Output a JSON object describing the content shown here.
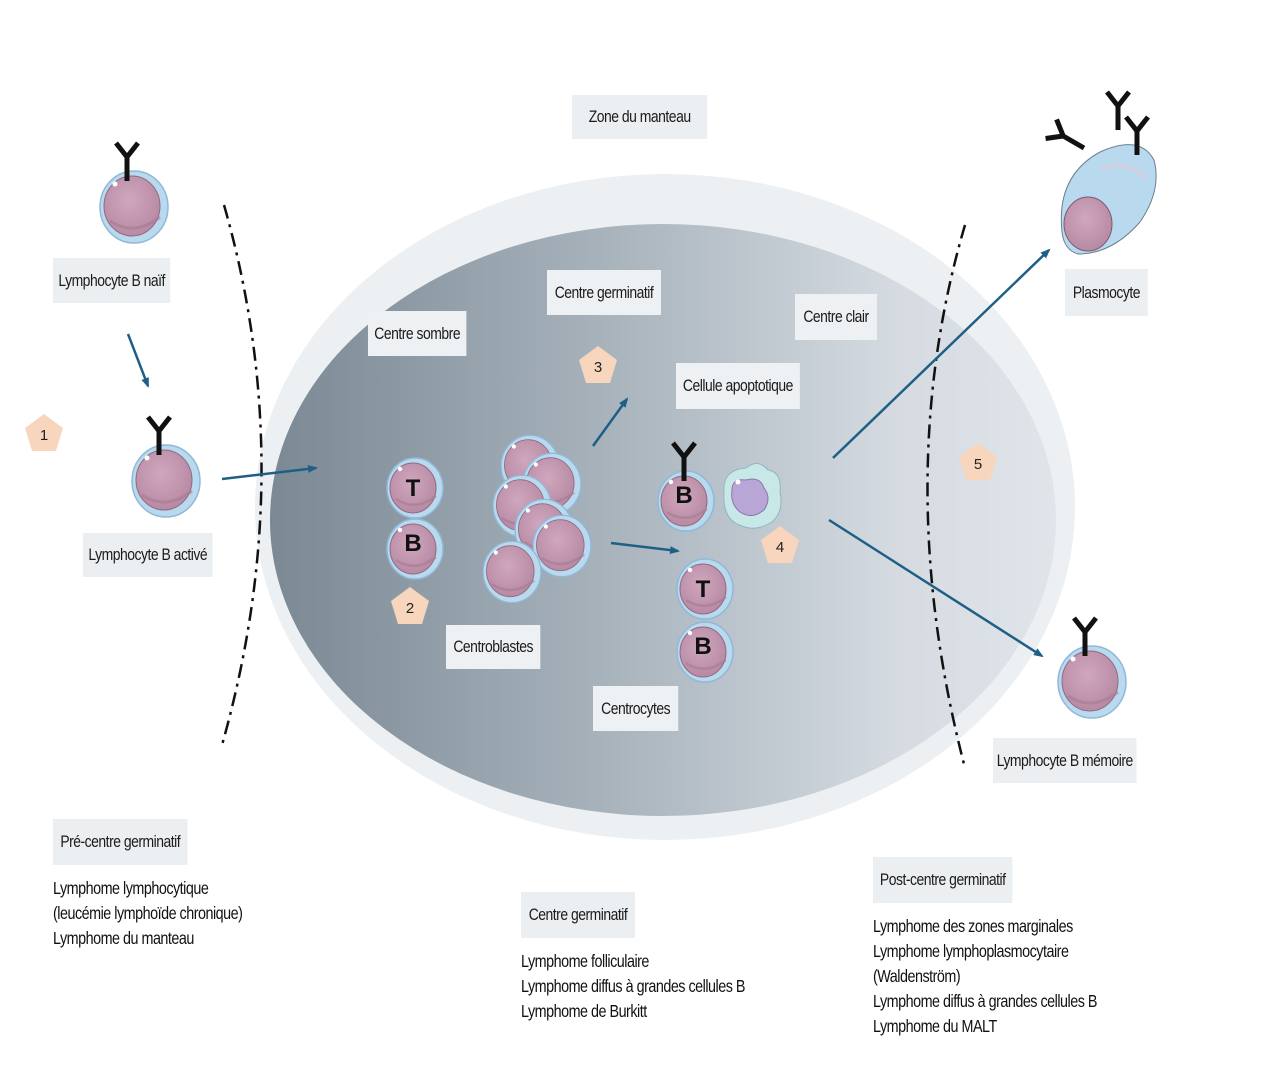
{
  "labels": {
    "naive": "Lymphocyte B naïf",
    "activated": "Lymphocyte B activé",
    "mantle_zone": "Zone du manteau",
    "germinal_center": "Centre germinatif",
    "dark_zone": "Centre sombre",
    "light_zone": "Centre clair",
    "apoptotic_cell": "Cellule apoptotique",
    "centroblasts": "Centroblastes",
    "centrocytes": "Centrocytes",
    "plasmocyte": "Plasmocyte",
    "memory": "Lymphocyte B mémoire"
  },
  "cell_letters": {
    "t": "T",
    "b": "B"
  },
  "steps": [
    "1",
    "2",
    "3",
    "4",
    "5"
  ],
  "groups": [
    {
      "title": "Pré-centre germinatif",
      "items": [
        "Lymphome lymphocytique",
        "(leucémie lymphoïde chronique)",
        "Lymphome du manteau"
      ]
    },
    {
      "title": "Centre germinatif",
      "items": [
        "Lymphome folliculaire",
        "Lymphome diffus à grandes cellules B",
        "Lymphome de Burkitt"
      ]
    },
    {
      "title": "Post-centre germinatif",
      "items": [
        "Lymphome des zones marginales",
        "Lymphome lymphoplasmocytaire",
        "(Waldenström)",
        "Lymphome diffus à grandes cellules B",
        "Lymphome du MALT"
      ]
    }
  ],
  "colors": {
    "arrow": "#1f5f86",
    "step_badge": "#f7d6bd",
    "label_bg": "#ebeff2",
    "mantle": "#edf0f3",
    "gc_dark": "#7d8b97",
    "gc_light": "#dde2e7",
    "nucleus": "#c59cb3",
    "cytoplasm": "#b9d9ef"
  }
}
